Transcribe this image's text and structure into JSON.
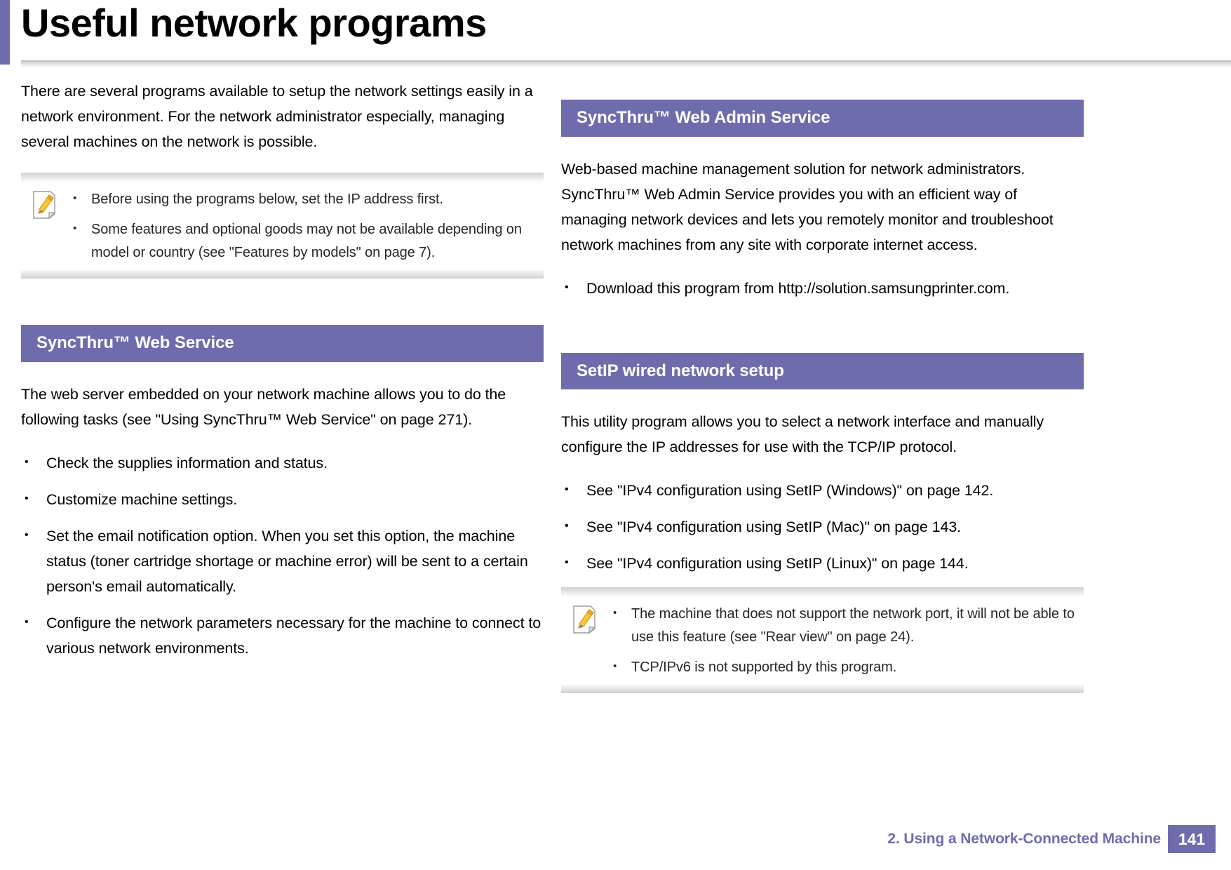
{
  "page": {
    "title": "Useful network programs"
  },
  "left_column": {
    "intro": "There are several programs available to setup the network settings easily in a network environment. For the network administrator especially, managing several machines on the network is possible.",
    "note": {
      "icon": "note-pencil-icon",
      "items": [
        "Before using the programs below, set the IP address first.",
        "Some features and optional goods may not be available depending on model or country (see \"Features by models\" on page 7)."
      ]
    },
    "section": {
      "heading": "SyncThru™ Web Service",
      "paragraph": "The web server embedded on your network machine allows you to do the following tasks (see \"Using SyncThru™ Web Service\" on page 271).",
      "bullets": [
        "Check the supplies information and status.",
        "Customize machine settings.",
        "Set the email notification option. When you set this option, the machine status (toner cartridge shortage or machine error) will be sent to a certain person's email automatically.",
        "Configure the network parameters necessary for the machine to connect to various network environments."
      ]
    }
  },
  "right_column": {
    "admin_section": {
      "heading": "SyncThru™ Web Admin Service",
      "paragraph": "Web-based machine management solution for network administrators. SyncThru™ Web Admin Service provides you with an efficient way of managing network devices and lets you remotely monitor and troubleshoot network machines from any site with corporate internet access.",
      "bullets": [
        "Download this program from http://solution.samsungprinter.com."
      ]
    },
    "setip_section": {
      "heading": "SetIP wired network setup",
      "paragraph": "This utility program allows you to select a network interface and manually configure the IP addresses for use with the TCP/IP protocol.",
      "bullets": [
        "See \"IPv4 configuration using SetIP (Windows)\" on page 142.",
        "See \"IPv4 configuration using SetIP (Mac)\" on page 143.",
        "See \"IPv4 configuration using SetIP (Linux)\" on page 144."
      ],
      "note": {
        "icon": "note-pencil-icon",
        "items": [
          "The machine that does not support the network port, it will not be able to use this feature (see \"Rear view\" on page 24).",
          "TCP/IPv6 is not supported by this program."
        ]
      }
    }
  },
  "footer": {
    "chapter": "2.  Using a Network-Connected Machine",
    "page_number": "141"
  },
  "colors": {
    "accent_purple": "#6f6cae",
    "footer_text": "#6f6cae"
  }
}
